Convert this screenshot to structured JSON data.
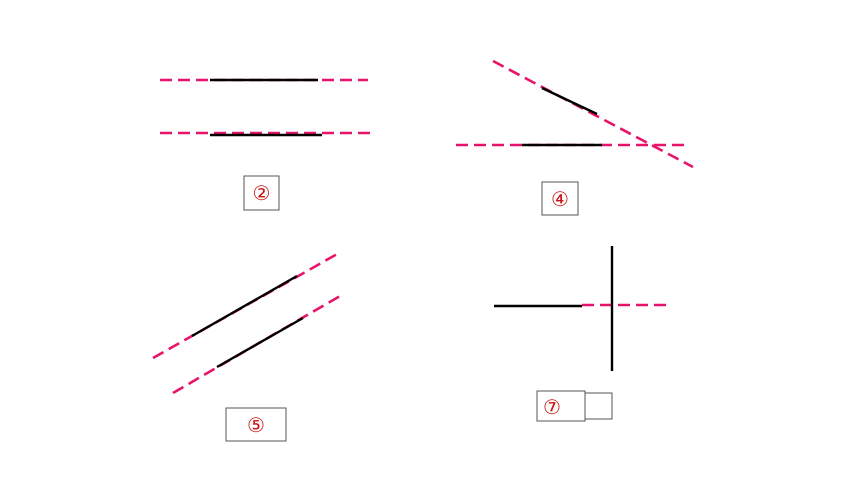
{
  "colors": {
    "line": "#000000",
    "extension": "#e8146b",
    "label": "#cc1111"
  },
  "figures": [
    {
      "id": "fig-2",
      "label": "②"
    },
    {
      "id": "fig-4",
      "label": "④"
    },
    {
      "id": "fig-5",
      "label": "⑤"
    },
    {
      "id": "fig-7",
      "label": "⑦"
    }
  ]
}
